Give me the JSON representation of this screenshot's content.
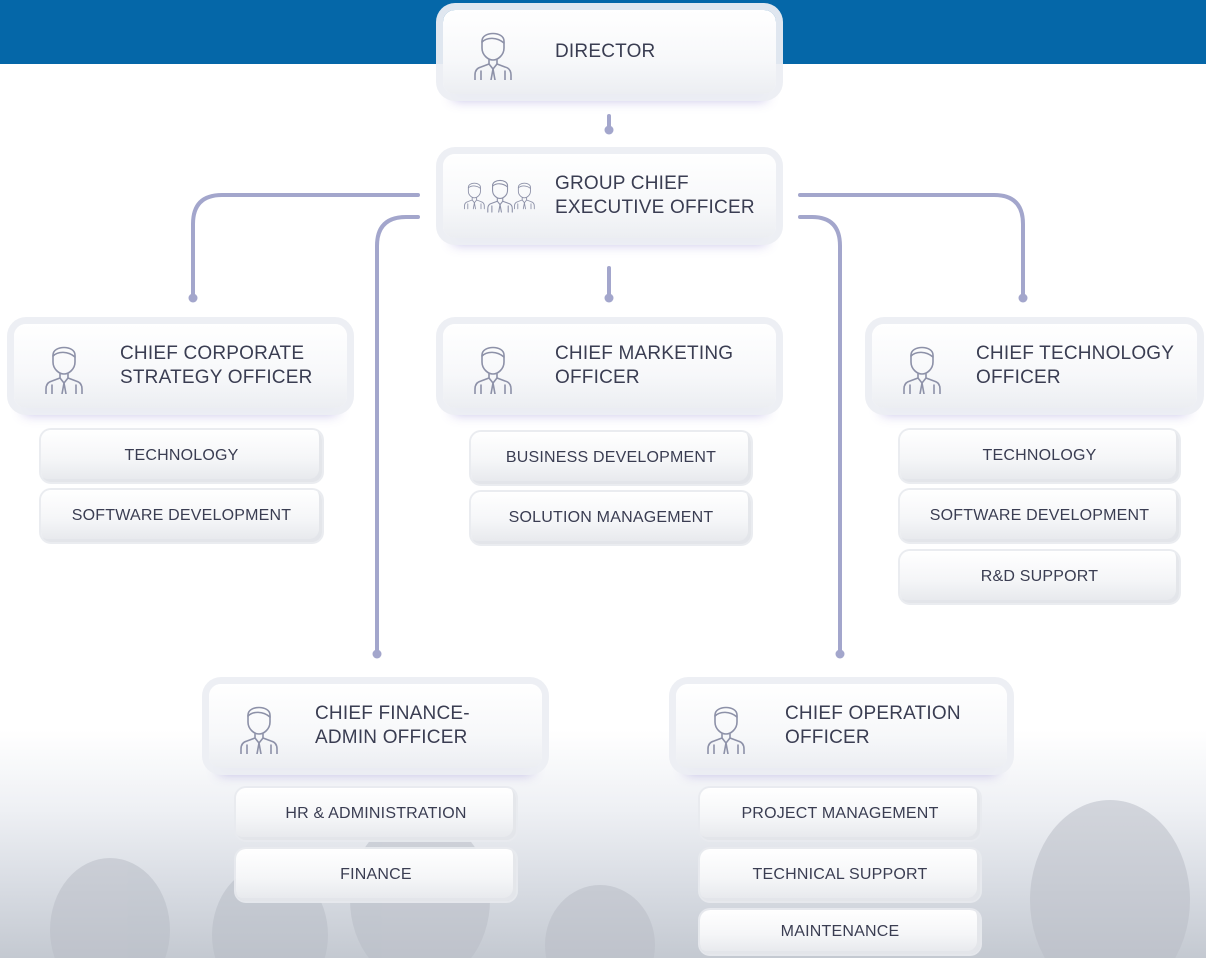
{
  "org_chart": {
    "director": {
      "title": "DIRECTOR",
      "icon": "person-icon"
    },
    "ceo": {
      "title": "GROUP CHIEF EXECUTIVE OFFICER",
      "line1": "GROUP CHIEF",
      "line2": "EXECUTIVE OFFICER",
      "icon": "group-icon"
    },
    "officers": [
      {
        "line1": "CHIEF CORPORATE",
        "line2": "STRATEGY OFFICER",
        "icon": "person-icon",
        "units": [
          "TECHNOLOGY",
          "SOFTWARE DEVELOPMENT"
        ]
      },
      {
        "line1": "CHIEF MARKETING",
        "line2": "OFFICER",
        "icon": "person-icon",
        "units": [
          "BUSINESS DEVELOPMENT",
          "SOLUTION MANAGEMENT"
        ]
      },
      {
        "line1": "CHIEF TECHNOLOGY",
        "line2": "OFFICER",
        "icon": "person-icon",
        "units": [
          "TECHNOLOGY",
          "SOFTWARE DEVELOPMENT",
          "R&D SUPPORT"
        ]
      },
      {
        "line1": "CHIEF FINANCE-",
        "line2": "ADMIN OFFICER",
        "icon": "person-icon",
        "units": [
          "HR & ADMINISTRATION",
          "FINANCE"
        ]
      },
      {
        "line1": "CHIEF OPERATION",
        "line2": "OFFICER",
        "icon": "person-icon",
        "units": [
          "PROJECT MANAGEMENT",
          "TECHNICAL SUPPORT",
          "MAINTENANCE"
        ]
      }
    ]
  },
  "colors": {
    "header_band": "#0567a8",
    "connector": "#a3a6cc",
    "text": "#3a3d52",
    "icon_stroke": "#8d91a8",
    "glow": "#7668c8"
  }
}
